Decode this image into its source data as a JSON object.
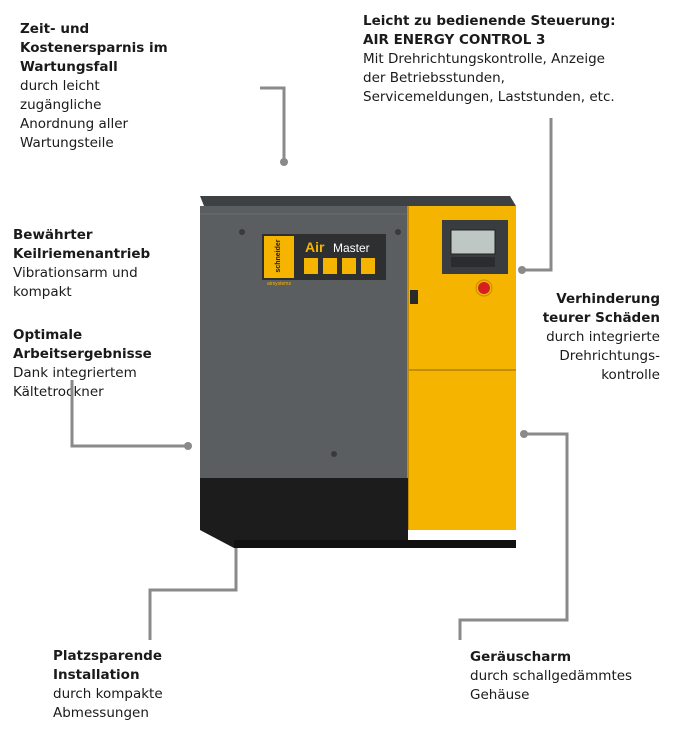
{
  "callouts": {
    "maintenance": {
      "title": [
        "Zeit- und",
        "Kostenersparnis im",
        "Wartungsfall"
      ],
      "desc": [
        "durch leicht",
        "zugängliche",
        "Anordnung aller",
        "Wartungsteile"
      ]
    },
    "control": {
      "title": [
        "Leicht zu bedienende Steuerung:",
        "AIR ENERGY CONTROL 3"
      ],
      "desc": [
        "Mit Drehrichtungskontrolle, Anzeige",
        "der Betriebsstunden,",
        "Servicemeldungen, Laststunden, etc."
      ]
    },
    "belt": {
      "title": [
        "Bewährter",
        "Keilriemenantrieb"
      ],
      "desc": [
        "Vibrationsarm und",
        "kompakt"
      ]
    },
    "damage": {
      "title": [
        "Verhinderung",
        "teurer Schäden"
      ],
      "desc": [
        "durch integrierte",
        "Drehrichtungs-",
        "kontrolle"
      ]
    },
    "results": {
      "title": [
        "Optimale",
        "Arbeitsergebnisse"
      ],
      "desc": [
        "Dank integriertem",
        "Kältetrockner"
      ]
    },
    "install": {
      "title": [
        "Platzsparende",
        "Installation"
      ],
      "desc": [
        "durch kompakte",
        "Abmessungen"
      ]
    },
    "noise": {
      "title": [
        "Geräuscharm"
      ],
      "desc": [
        "durch schallgedämmtes",
        "Gehäuse"
      ]
    }
  },
  "product": {
    "brand": "schneider",
    "brand_sub": "airsystems",
    "model_a": "Air",
    "model_b": "Master"
  },
  "colors": {
    "body_dark": "#5a5e60",
    "body_yellow": "#f5b400",
    "base": "#1c1c1c",
    "leader_line": "#8a8a8a"
  }
}
